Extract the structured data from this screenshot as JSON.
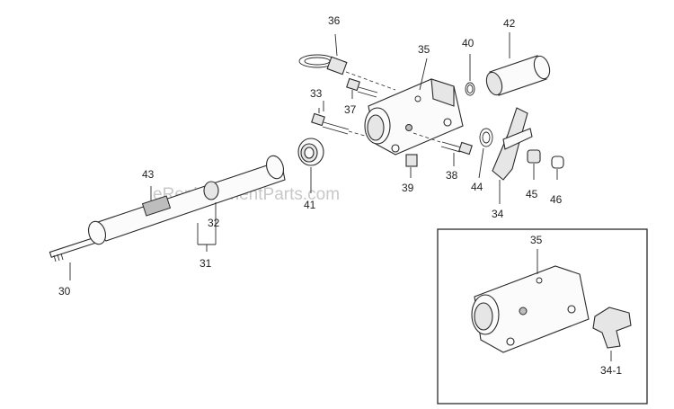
{
  "watermark": "eReplacementParts.com",
  "labels": {
    "p30": "30",
    "p31": "31",
    "p32": "32",
    "p33": "33",
    "p34": "34",
    "p35": "35",
    "p36": "36",
    "p37": "37",
    "p38": "38",
    "p39": "39",
    "p40": "40",
    "p41": "41",
    "p42": "42",
    "p43": "43",
    "p44": "44",
    "p45": "45",
    "p46": "46",
    "inset35": "35",
    "inset341": "34-1"
  }
}
